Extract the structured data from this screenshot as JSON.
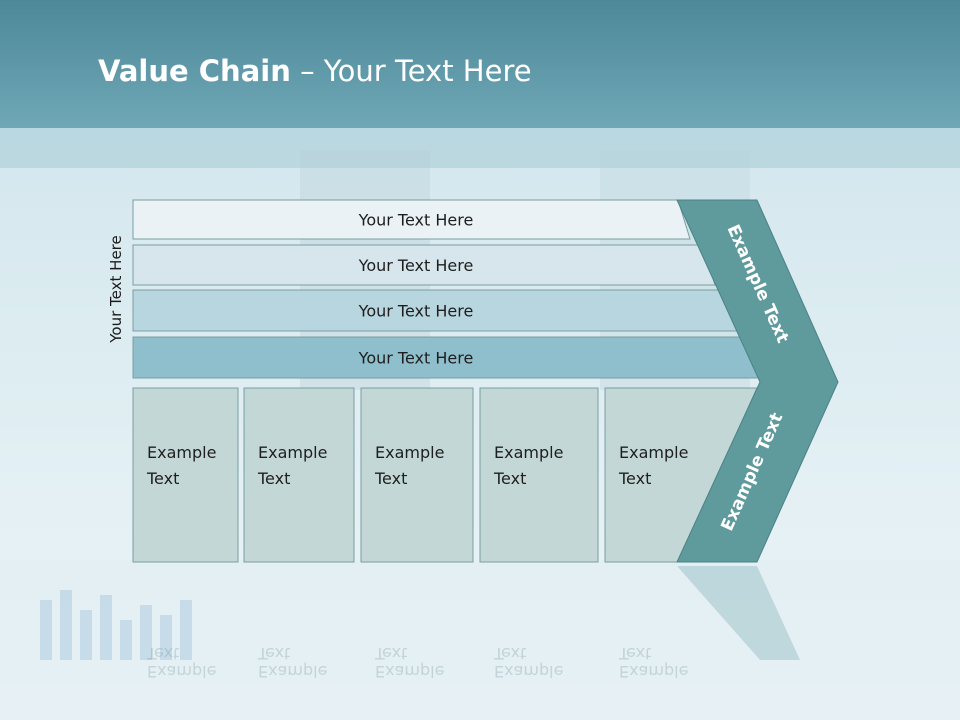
{
  "slide": {
    "title_bold": "Value Chain",
    "title_rest": " – Your Text Here",
    "side_label": "Your Text Here"
  },
  "rows": [
    {
      "label": "Your Text Here",
      "fill": "#eaf2f5"
    },
    {
      "label": "Your Text Here",
      "fill": "#d6e6ec"
    },
    {
      "label": "Your Text Here",
      "fill": "#b8d6df"
    },
    {
      "label": "Your Text Here",
      "fill": "#8fbfcc"
    }
  ],
  "columns": [
    {
      "line1": "Example",
      "line2": "Text"
    },
    {
      "line1": "Example",
      "line2": "Text"
    },
    {
      "line1": "Example",
      "line2": "Text"
    },
    {
      "line1": "Example",
      "line2": "Text"
    },
    {
      "line1": "Example",
      "line2": "Text"
    }
  ],
  "chevron": {
    "upper_label": "Example Text",
    "lower_label": "Example Text",
    "fill": "#5f9a9d"
  },
  "colors": {
    "header": "#5f97a6",
    "box_fill": "#c3d8d6",
    "box_stroke": "#7a9ea0"
  }
}
